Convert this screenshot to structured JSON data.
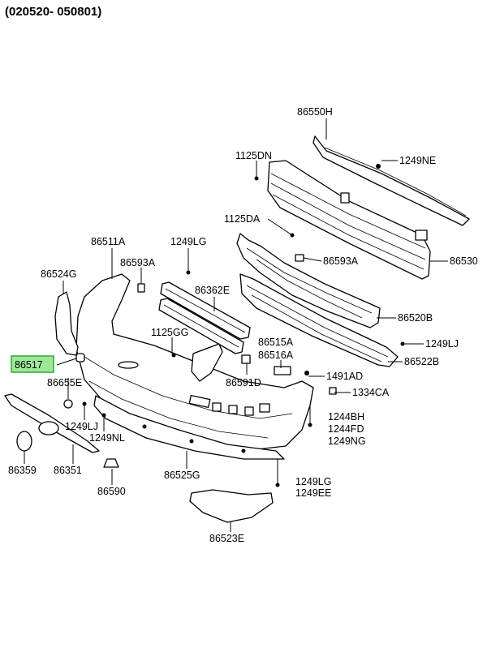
{
  "header": {
    "date_range": "(020520- 050801)"
  },
  "highlight_color": "#9de89a",
  "parts": {
    "p86550H": "86550H",
    "p1125DN": "1125DN",
    "p1249NE": "1249NE",
    "p1125DA": "1125DA",
    "p86530": "86530",
    "p86511A": "86511A",
    "p1249LG_top": "1249LG",
    "p86593A_left": "86593A",
    "p86593A_right": "86593A",
    "p86524G": "86524G",
    "p86362E": "86362E",
    "p86520B": "86520B",
    "p1125GG": "1125GG",
    "p86515A": "86515A",
    "p86516A": "86516A",
    "p1249LJ_right": "1249LJ",
    "p86522B": "86522B",
    "p86517": "86517",
    "p86655E": "86655E",
    "p86591D": "86591D",
    "p1491AD": "1491AD",
    "p1334CA": "1334CA",
    "p1249LJ_left": "1249LJ",
    "p1249NL": "1249NL",
    "p1244BH": "1244BH",
    "p1244FD": "1244FD",
    "p1249NG": "1249NG",
    "p86359": "86359",
    "p86351": "86351",
    "p86590": "86590",
    "p86525G": "86525G",
    "p1249LG_bottom": "1249LG",
    "p1249EE": "1249EE",
    "p86523E": "86523E"
  }
}
